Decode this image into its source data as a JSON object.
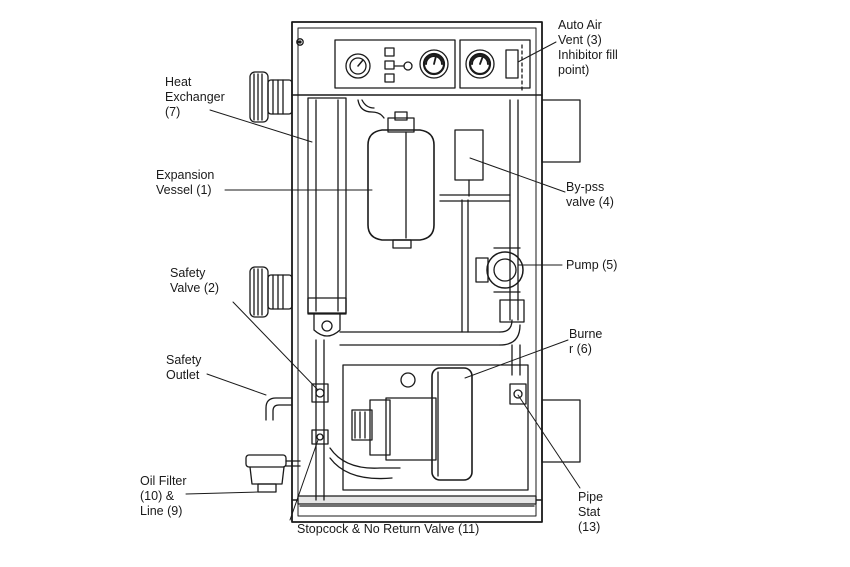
{
  "labels": {
    "heat_exchanger": [
      "Heat",
      "Exchanger",
      "(7)"
    ],
    "expansion_vessel": [
      "Expansion",
      "Vessel (1)"
    ],
    "safety_valve": [
      "Safety",
      "Valve (2)"
    ],
    "safety_outlet": [
      "Safety",
      "Outlet"
    ],
    "oil_filter": [
      "Oil Filter",
      "(10) &",
      "Line (9)"
    ],
    "stopcock": "Stopcock & No Return Valve (11)",
    "auto_air_vent": [
      "Auto Air",
      "Vent (3)",
      "Inhibitor fill",
      "point)"
    ],
    "bypass_valve": [
      "By-pss",
      "valve (4)"
    ],
    "pump": "Pump (5)",
    "burner": [
      "Burne",
      "r (6)"
    ],
    "pipe_stat": [
      "Pipe",
      "Stat",
      "(13)"
    ]
  }
}
